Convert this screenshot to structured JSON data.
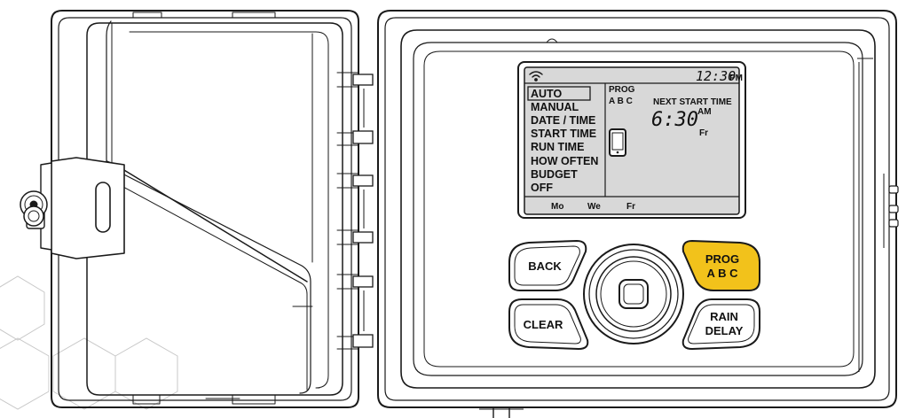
{
  "colors": {
    "outline": "#1a1a1a",
    "lcd_background": "#d8d8d8",
    "prog_button": "#f2c21b",
    "hex_pattern": "#c8c8c8"
  },
  "icons": {
    "signal": "wifi-signal-icon",
    "phone": "smartphone-icon",
    "lock": "padlock-icon"
  },
  "display": {
    "clock_time": "12:30",
    "clock_period": "PM",
    "menu_items": [
      "AUTO",
      "MANUAL",
      "DATE / TIME",
      "START TIME",
      "RUN TIME",
      "HOW OFTEN",
      "BUDGET",
      "OFF"
    ],
    "selected_menu_index": 0,
    "prog_label": "PROG",
    "prog_letters": "A B C",
    "next_start_label": "NEXT START TIME",
    "next_start_time": "6:30",
    "next_start_period": "AM",
    "next_start_day": "Fr",
    "days": [
      "Mo",
      "We",
      "Fr"
    ]
  },
  "buttons": {
    "back": "BACK",
    "clear": "CLEAR",
    "prog_line1": "PROG",
    "prog_line2": "A B C",
    "rain_line1": "RAIN",
    "rain_line2": "DELAY"
  }
}
